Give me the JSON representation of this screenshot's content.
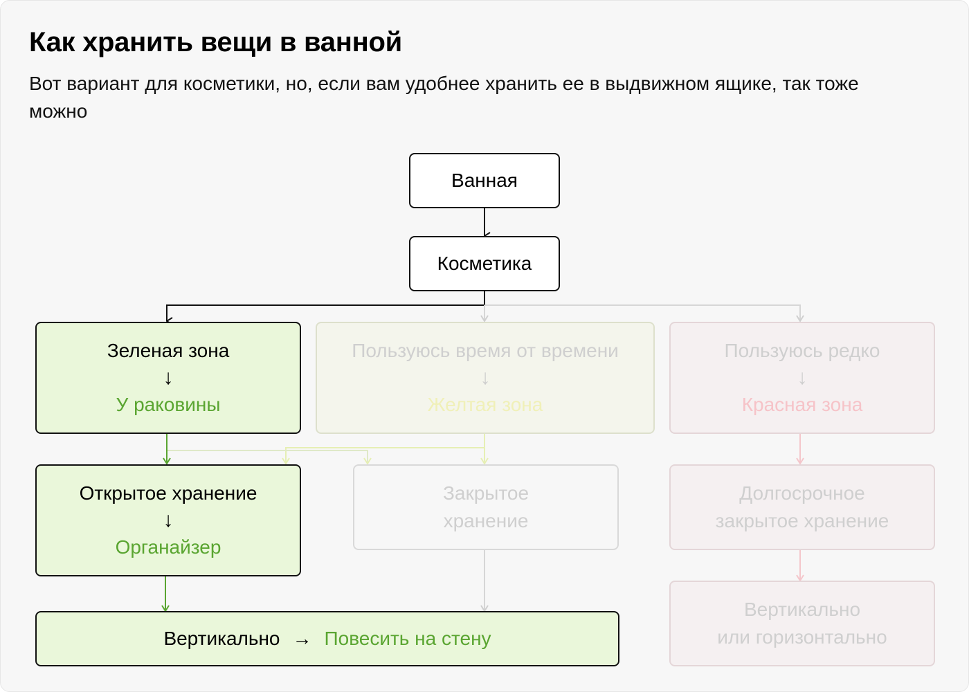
{
  "header": {
    "title": "Как хранить вещи в ванной",
    "subtitle": "Вот вариант для косметики, но, если вам удобнее хранить ее в выдвижном ящике, так тоже можно"
  },
  "nodes": {
    "bath": "Ванная",
    "cosmetics": "Косметика",
    "green_zone": {
      "title": "Зеленая зона",
      "arrow": "↓",
      "result": "У раковины"
    },
    "sometimes": {
      "title": "Пользуюсь время от времени",
      "arrow": "↓",
      "result": "Желтая зона"
    },
    "rarely": {
      "title": "Пользуюсь редко",
      "arrow": "↓",
      "result": "Красная зона"
    },
    "open_storage": {
      "title": "Открытое хранение",
      "arrow": "↓",
      "result": "Органайзер"
    },
    "closed_storage": {
      "line1": "Закрытое",
      "line2": "хранение"
    },
    "long_term": {
      "line1": "Долгосрочное",
      "line2": "закрытое хранение"
    },
    "vertical_hang": {
      "label": "Вертикально",
      "arrow": "→",
      "result": "Повесить на стену"
    },
    "vertical_or_horizontal": {
      "line1": "Вертикально",
      "line2": "или горизонтально"
    }
  },
  "colors": {
    "accent_green": "#5aa531",
    "green_fill": "#eaf7da",
    "yellow_faded": "#f0f0b8",
    "red_faded": "#f6c3c8",
    "faded_gray": "#cfcfcf"
  }
}
